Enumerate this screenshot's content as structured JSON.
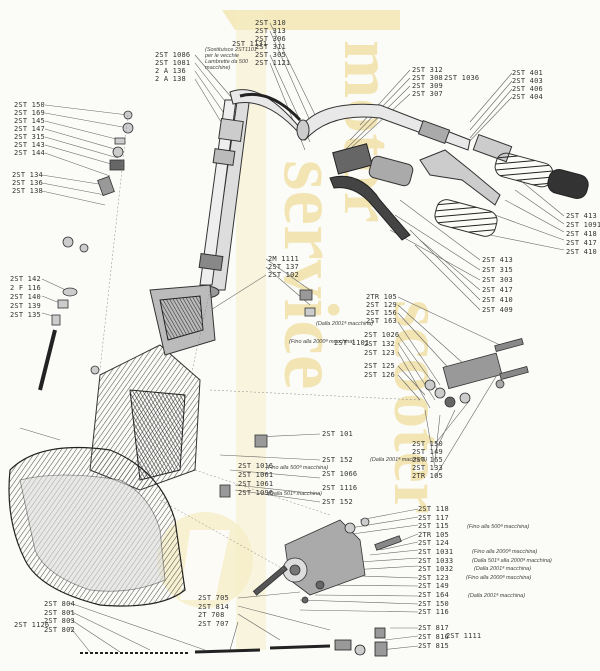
{
  "watermark": {
    "text": "Motorscooter service",
    "color": "#e9d37a"
  },
  "notes": {
    "n1": "(Sostituisce 2ST1101 per le vecchie Lambrette da 500 macchine)",
    "n2": "(Dalla 2001ª macchina)",
    "n3": "(Fino alla 2000ª macchina)",
    "n4": "(Dalla 2001ª macchina)",
    "n5": "(Fino alla 500ª macchina)",
    "n6": "(Dalla 501ª macchina)",
    "n7": "(Fino alla 500ª macchina)",
    "n8": "(Fino alla 2000ª macchina)",
    "n9": "(Dalla 501ª alla 2000ª macchina)",
    "n10": "(Dalla 2001ª macchina)",
    "n11": "(Fino alla 2000ª macchina)",
    "n12": "(Dalla 2001ª macchina)"
  },
  "labels": {
    "topcenter": [
      "2ST 310",
      "2ST 313",
      "2ST 306",
      "2ST 311",
      "2ST 305",
      "2ST 1121"
    ],
    "topcenter2": [
      "2ST 1131"
    ],
    "topleft2": [
      "2ST 1086",
      "2ST 1081",
      "2 A 136",
      "2 A 138"
    ],
    "topright_mid": [
      "2ST 312",
      "2ST 308",
      "2ST 309",
      "2ST 307"
    ],
    "topright_mid2": [
      "2ST 1036"
    ],
    "topright": [
      "2ST 401",
      "2ST 403",
      "2ST 406",
      "2ST 404"
    ],
    "leftcol1": [
      "2ST 150",
      "2ST 169",
      "2ST 145",
      "2ST 147",
      "2ST 315",
      "2ST 143",
      "2ST 144"
    ],
    "leftcol2": [
      "2ST 134",
      "2ST 136",
      "2ST 138"
    ],
    "leftcol3": [
      "2ST 142",
      "2 F 116",
      "2ST 140",
      "2ST 139",
      "2ST 135"
    ],
    "right1": [
      "2ST 413",
      "2ST 1091",
      "2ST 418",
      "2ST 417",
      "2ST 410"
    ],
    "midright1": [
      "2ST 413",
      "2ST 315",
      "2ST 303",
      "2ST 417",
      "2ST 410",
      "2ST 409"
    ],
    "mid1": [
      "2M 1111",
      "2ST 137",
      "2ST 102"
    ],
    "rgrp": [
      "2TR 105",
      "2ST 129",
      "2ST 156",
      "2ST 163"
    ],
    "rgrp2": [
      "2ST 1026",
      "2ST 132",
      "2ST 123"
    ],
    "rgrp2b": [
      "2ST 1101"
    ],
    "rgrp3": [
      "2ST 125",
      "2ST 126"
    ],
    "rgrp4": [
      "2ST 150",
      "2ST 149",
      "2ST 165",
      "2ST 133",
      "2TR 105"
    ],
    "cen1": [
      "2ST 101"
    ],
    "cen2": [
      "2ST 152",
      "2ST 1066",
      "2ST 1116",
      "2ST 152"
    ],
    "cen3": [
      "2ST 1016",
      "2ST 1061",
      "2ST 1061",
      "2ST 1096"
    ],
    "lowright": [
      "2ST 118",
      "2ST 117",
      "2ST 115",
      "2TR 105",
      "2ST 124",
      "2ST 1031",
      "2ST 1033",
      "2ST 1032",
      "2ST 123",
      "2ST 149",
      "2ST 164",
      "2ST 150",
      "2ST 116"
    ],
    "bottomright": [
      "2ST 817",
      "2ST 816",
      "2ST 815"
    ],
    "bottomright2": [
      "2ST 1111"
    ],
    "bottommid": [
      "2ST 705",
      "2ST 814",
      "2T 708",
      "2ST 707"
    ],
    "bottomleft": [
      "2ST 804",
      "2ST 801",
      "2ST 803",
      "2ST 802"
    ],
    "bottomleft2": [
      "2ST 1126"
    ]
  }
}
